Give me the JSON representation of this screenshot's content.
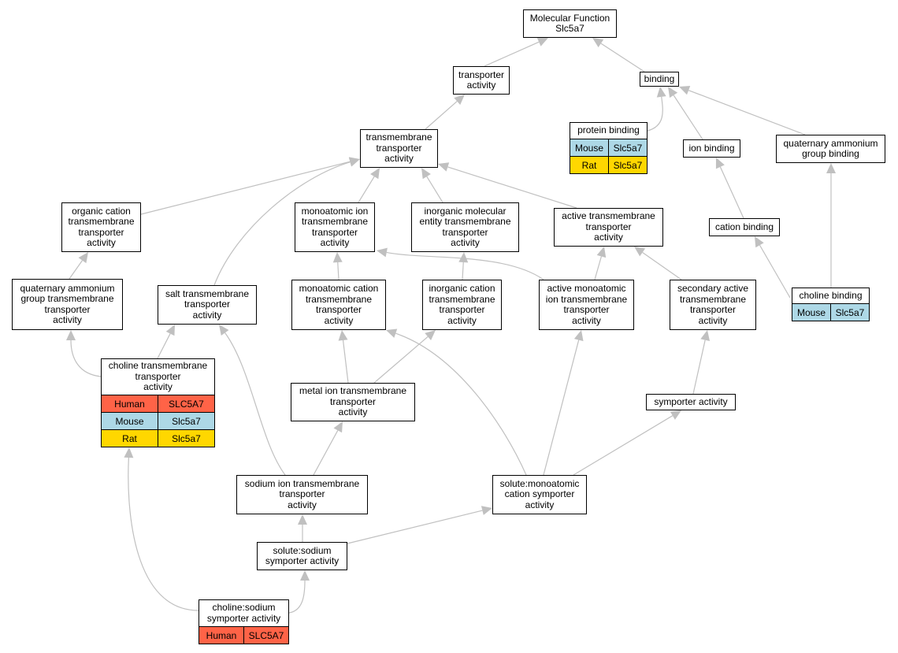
{
  "colors": {
    "Human": "#ff6347",
    "Mouse": "#add8e6",
    "Rat": "#ffd700",
    "edge": "#c0c0c0"
  },
  "nodes": [
    {
      "id": "mf",
      "label": "Molecular Function\nSlc5a7",
      "annotations": []
    },
    {
      "id": "transporter",
      "label": "transporter\nactivity",
      "annotations": []
    },
    {
      "id": "binding",
      "label": "binding",
      "annotations": []
    },
    {
      "id": "protein_binding",
      "label": "protein binding",
      "annotations": [
        {
          "species": "Mouse",
          "gene": "Slc5a7"
        },
        {
          "species": "Rat",
          "gene": "Slc5a7"
        }
      ]
    },
    {
      "id": "tm_transporter",
      "label": "transmembrane\ntransporter\nactivity",
      "annotations": []
    },
    {
      "id": "ion_binding",
      "label": "ion binding",
      "annotations": []
    },
    {
      "id": "qa_binding",
      "label": "quaternary ammonium\ngroup binding",
      "annotations": []
    },
    {
      "id": "organic_cation",
      "label": "organic cation\ntransmembrane\ntransporter\nactivity",
      "annotations": []
    },
    {
      "id": "monoatomic_ion",
      "label": "monoatomic ion\ntransmembrane\ntransporter\nactivity",
      "annotations": []
    },
    {
      "id": "inorganic_molecular",
      "label": "inorganic molecular\nentity transmembrane\ntransporter\nactivity",
      "annotations": []
    },
    {
      "id": "active_tm",
      "label": "active transmembrane\ntransporter\nactivity",
      "annotations": []
    },
    {
      "id": "cation_binding",
      "label": "cation binding",
      "annotations": []
    },
    {
      "id": "qa_group_tm",
      "label": "quaternary ammonium\ngroup transmembrane\ntransporter\nactivity",
      "annotations": []
    },
    {
      "id": "salt_tm",
      "label": "salt transmembrane\ntransporter\nactivity",
      "annotations": []
    },
    {
      "id": "monoatomic_cation",
      "label": "monoatomic cation\ntransmembrane\ntransporter\nactivity",
      "annotations": []
    },
    {
      "id": "inorganic_cation",
      "label": "inorganic cation\ntransmembrane\ntransporter\nactivity",
      "annotations": []
    },
    {
      "id": "active_monoatomic",
      "label": "active monoatomic\nion transmembrane\ntransporter\nactivity",
      "annotations": []
    },
    {
      "id": "secondary_active",
      "label": "secondary active\ntransmembrane\ntransporter\nactivity",
      "annotations": []
    },
    {
      "id": "choline_binding",
      "label": "choline binding",
      "annotations": [
        {
          "species": "Mouse",
          "gene": "Slc5a7"
        }
      ]
    },
    {
      "id": "choline_tm",
      "label": "choline transmembrane\ntransporter\nactivity",
      "annotations": [
        {
          "species": "Human",
          "gene": "SLC5A7"
        },
        {
          "species": "Mouse",
          "gene": "Slc5a7"
        },
        {
          "species": "Rat",
          "gene": "Slc5a7"
        }
      ]
    },
    {
      "id": "metal_ion",
      "label": "metal ion transmembrane\ntransporter\nactivity",
      "annotations": []
    },
    {
      "id": "symporter",
      "label": "symporter activity",
      "annotations": []
    },
    {
      "id": "sodium_ion",
      "label": "sodium ion transmembrane\ntransporter\nactivity",
      "annotations": []
    },
    {
      "id": "solute_monoatomic",
      "label": "solute:monoatomic\ncation symporter\nactivity",
      "annotations": []
    },
    {
      "id": "solute_sodium",
      "label": "solute:sodium\nsymporter activity",
      "annotations": []
    },
    {
      "id": "choline_sodium",
      "label": "choline:sodium\nsymporter activity",
      "annotations": [
        {
          "species": "Human",
          "gene": "SLC5A7"
        }
      ]
    }
  ],
  "edges": [
    {
      "from": "transporter",
      "to": "mf"
    },
    {
      "from": "binding",
      "to": "mf"
    },
    {
      "from": "tm_transporter",
      "to": "transporter"
    },
    {
      "from": "protein_binding",
      "to": "binding"
    },
    {
      "from": "ion_binding",
      "to": "binding"
    },
    {
      "from": "qa_binding",
      "to": "binding"
    },
    {
      "from": "organic_cation",
      "to": "tm_transporter"
    },
    {
      "from": "monoatomic_ion",
      "to": "tm_transporter"
    },
    {
      "from": "inorganic_molecular",
      "to": "tm_transporter"
    },
    {
      "from": "active_tm",
      "to": "tm_transporter"
    },
    {
      "from": "salt_tm",
      "to": "tm_transporter"
    },
    {
      "from": "cation_binding",
      "to": "ion_binding"
    },
    {
      "from": "choline_binding",
      "to": "cation_binding"
    },
    {
      "from": "choline_binding",
      "to": "qa_binding"
    },
    {
      "from": "qa_group_tm",
      "to": "organic_cation"
    },
    {
      "from": "monoatomic_cation",
      "to": "monoatomic_ion"
    },
    {
      "from": "active_monoatomic",
      "to": "monoatomic_ion"
    },
    {
      "from": "inorganic_cation",
      "to": "inorganic_molecular"
    },
    {
      "from": "active_monoatomic",
      "to": "active_tm"
    },
    {
      "from": "secondary_active",
      "to": "active_tm"
    },
    {
      "from": "choline_tm",
      "to": "qa_group_tm"
    },
    {
      "from": "choline_tm",
      "to": "salt_tm"
    },
    {
      "from": "metal_ion",
      "to": "monoatomic_cation"
    },
    {
      "from": "metal_ion",
      "to": "inorganic_cation"
    },
    {
      "from": "symporter",
      "to": "secondary_active"
    },
    {
      "from": "sodium_ion",
      "to": "salt_tm"
    },
    {
      "from": "sodium_ion",
      "to": "metal_ion"
    },
    {
      "from": "solute_monoatomic",
      "to": "monoatomic_cation"
    },
    {
      "from": "solute_monoatomic",
      "to": "active_monoatomic"
    },
    {
      "from": "solute_monoatomic",
      "to": "symporter"
    },
    {
      "from": "solute_sodium",
      "to": "sodium_ion"
    },
    {
      "from": "solute_sodium",
      "to": "solute_monoatomic"
    },
    {
      "from": "choline_sodium",
      "to": "choline_tm"
    },
    {
      "from": "choline_sodium",
      "to": "solute_sodium"
    }
  ]
}
